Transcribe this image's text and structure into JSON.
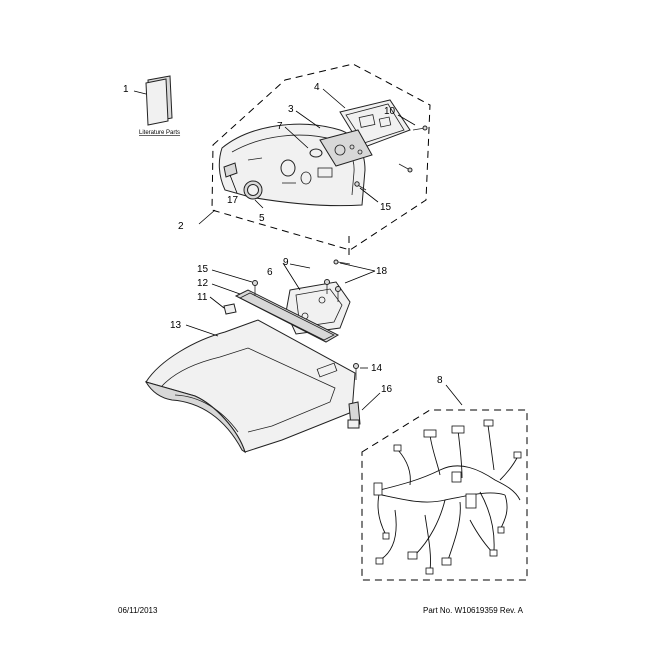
{
  "diagram": {
    "callouts": {
      "c1": "1",
      "c2": "2",
      "c3": "3",
      "c4": "4",
      "c5": "5",
      "c6": "6",
      "c7": "7",
      "c8": "8",
      "c9": "9",
      "c10": "10",
      "c11": "11",
      "c12": "12",
      "c13": "13",
      "c14": "14",
      "c15a": "15",
      "c15b": "15",
      "c16": "16",
      "c17": "17",
      "c18": "18"
    },
    "literature_label": "Literature Parts"
  },
  "footer": {
    "date": "06/11/2013",
    "part_number": "Part No. W10619359 Rev. A"
  }
}
